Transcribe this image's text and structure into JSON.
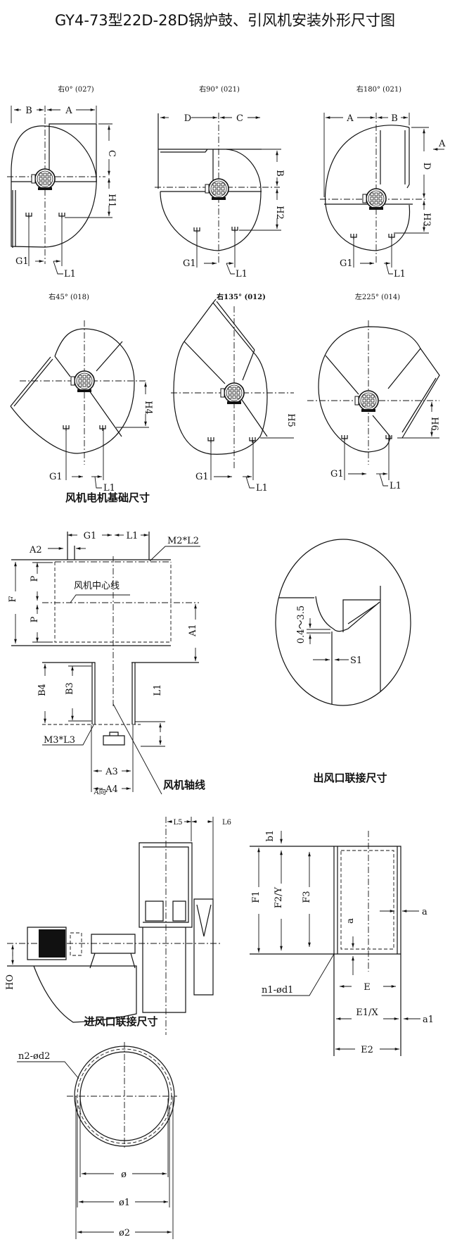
{
  "title": "GY4-73型22D-28D锅炉鼓、引风机安装外形尺寸图",
  "views": [
    {
      "caption": "右0° (027)",
      "labels": {
        "b": "B",
        "a": "A",
        "c": "C",
        "h": "H1",
        "g": "G1",
        "l": "L1"
      }
    },
    {
      "caption": "右90° (021)",
      "labels": {
        "d": "D",
        "c": "C",
        "b": "B",
        "h": "H2",
        "g": "G1",
        "l": "L1"
      }
    },
    {
      "caption": "右180° (021)",
      "labels": {
        "a": "A",
        "b": "B",
        "d": "D",
        "h": "H3",
        "g": "G1",
        "l": "L1",
        "dir": "A"
      }
    },
    {
      "caption": "右45° (018)",
      "labels": {
        "h": "H4",
        "g": "G1",
        "l": "L1"
      }
    },
    {
      "caption": "右135° (012)",
      "labels": {
        "h": "H5",
        "g": "G1",
        "l": "L1"
      }
    },
    {
      "caption": "左225° (014)",
      "labels": {
        "h": "H6",
        "g": "G1",
        "l": "L1"
      }
    }
  ],
  "foundation": {
    "title": "风机电机基础尺寸",
    "labels": {
      "a2": "A2",
      "g1": "G1",
      "l1": "L1",
      "m2l2": "M2*L2",
      "f": "F",
      "p1": "P",
      "p2": "P",
      "center": "风机中心线",
      "a1": "A1",
      "b4": "B4",
      "b3": "B3",
      "l1v": "L1",
      "m3l3": "M3*L3",
      "a3": "A3",
      "a4": "A4",
      "axis": "风机轴线"
    },
    "detail": {
      "gap": "0.4～3.5",
      "s1": "S1"
    }
  },
  "side_view": {
    "title": "A向",
    "labels": {
      "l5": "L5",
      "l6": "L6",
      "h0": "HO"
    }
  },
  "outlet": {
    "title": "出风口联接尺寸",
    "labels": {
      "b1": "b1",
      "f1": "F1",
      "f2": "F2/Y",
      "f3": "F3",
      "a_right": "a",
      "a_mid": "a",
      "holes": "n1-ød1",
      "e": "E",
      "e1": "E1/X",
      "a1": "a1",
      "e2": "E2"
    }
  },
  "inlet": {
    "title": "进风口联接尺寸",
    "labels": {
      "holes": "n2-ød2",
      "d0": "ø",
      "d1": "ø1",
      "d2": "ø2"
    }
  }
}
